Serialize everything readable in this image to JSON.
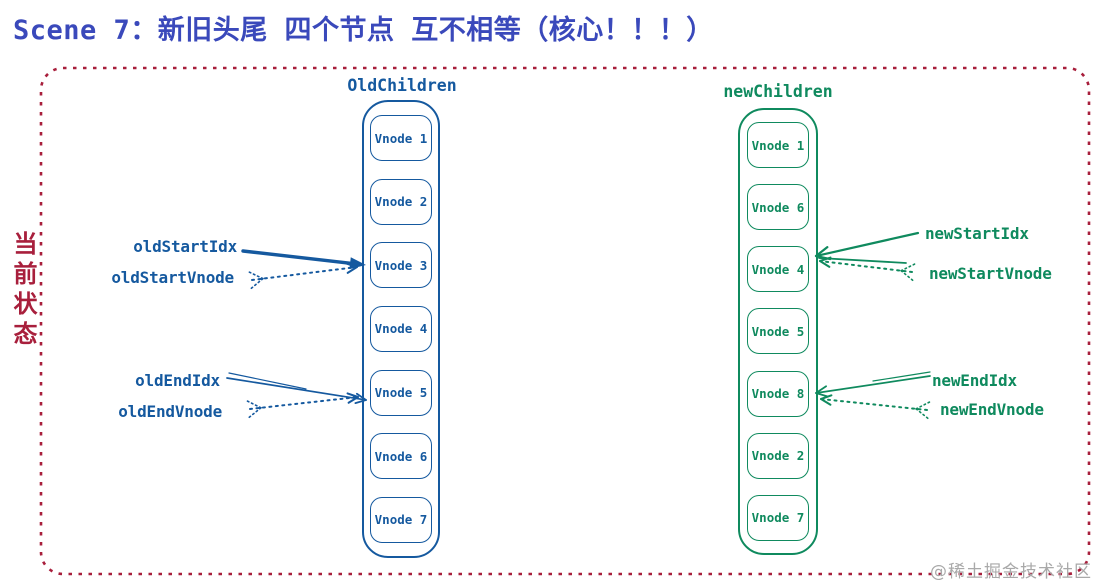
{
  "title": "Scene 7：新旧头尾 四个节点 互不相等（核心！！！）",
  "side_label": "当前状态",
  "watermark": "@稀土掘金技术社区",
  "colors": {
    "title": "#3a49bb",
    "old_list": "#15599f",
    "new_list": "#0f8a5e",
    "frame": "#a81f3c",
    "watermark": "#a9a9a9"
  },
  "old_list": {
    "title": "OldChildren",
    "nodes": [
      "Vnode 1",
      "Vnode 2",
      "Vnode 3",
      "Vnode 4",
      "Vnode 5",
      "Vnode 6",
      "Vnode 7"
    ]
  },
  "new_list": {
    "title": "newChildren",
    "nodes": [
      "Vnode 1",
      "Vnode 6",
      "Vnode 4",
      "Vnode 5",
      "Vnode 8",
      "Vnode 2",
      "Vnode 7"
    ]
  },
  "pointers": {
    "old_start_idx": "oldStartIdx",
    "old_start_vnode": "oldStartVnode",
    "old_end_idx": "oldEndIdx",
    "old_end_vnode": "oldEndVnode",
    "new_start_idx": "newStartIdx",
    "new_start_vnode": "newStartVnode",
    "new_end_idx": "newEndIdx",
    "new_end_vnode": "newEndVnode"
  }
}
